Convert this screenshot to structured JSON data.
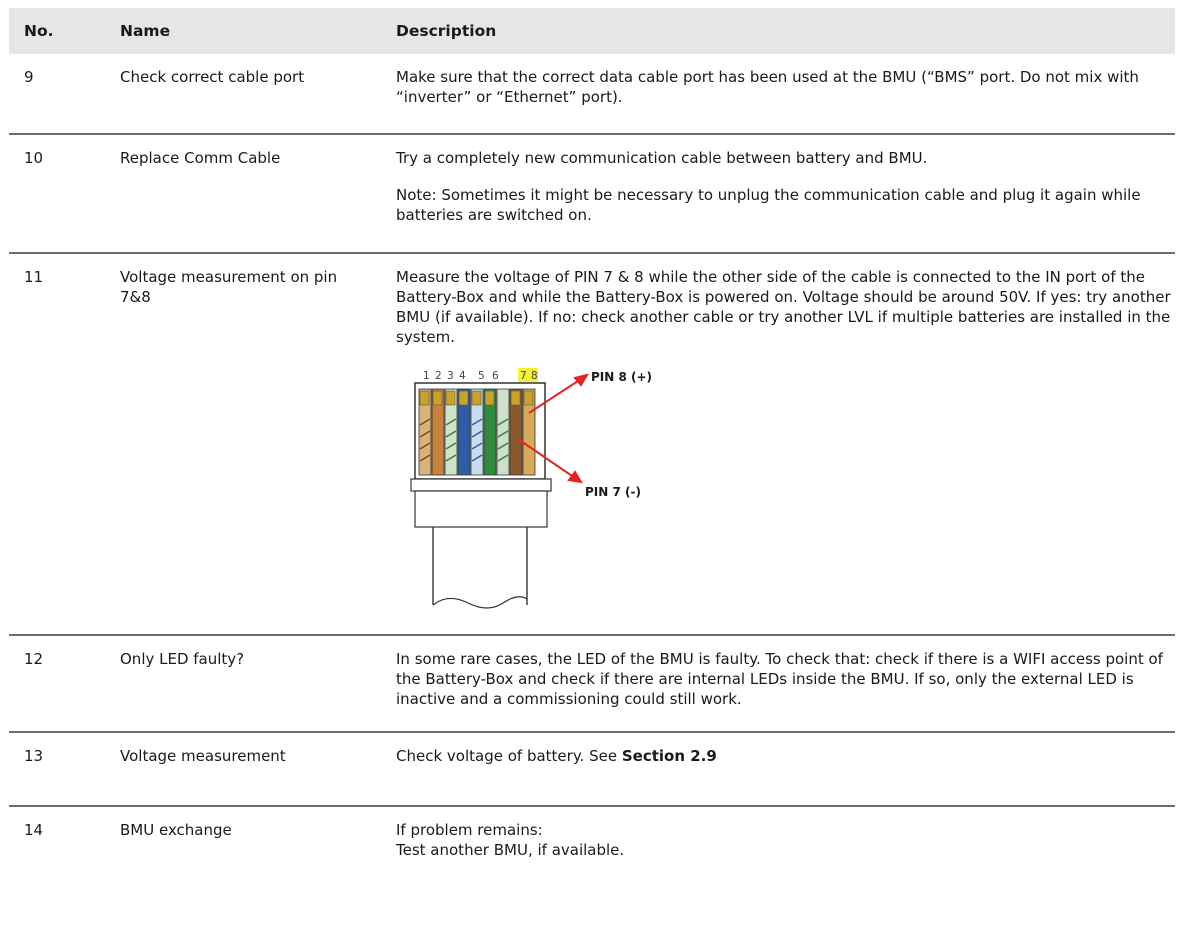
{
  "header": {
    "no": "No.",
    "name": "Name",
    "description": "Description"
  },
  "rows": [
    {
      "no": "9",
      "name": "Check correct cable port",
      "desc": [
        "Make sure that the correct data cable port has been used at the BMU (“BMS” port. Do not mix with “inverter” or “Ethernet” port)."
      ]
    },
    {
      "no": "10",
      "name": "Replace Comm Cable",
      "desc": [
        "Try a completely new communication cable between battery and BMU.",
        "Note: Sometimes it might be necessary to unplug the communication cable and plug it again while batteries are switched on."
      ]
    },
    {
      "no": "11",
      "name": "Voltage measurement on pin 7&8",
      "desc": [
        "Measure the voltage of PIN 7 & 8 while the other side of the cable is connected to the IN port of the Battery-Box and while the Battery-Box is powered on. Voltage should be around 50V. If yes: try another BMU (if available). If no: check another cable or try another LVL if multiple batteries are installed in the system."
      ],
      "figure": {
        "pin_numbers": [
          "1",
          "2",
          "3",
          "4",
          "5",
          "6",
          "7",
          "8"
        ],
        "label_pin8": "PIN 8 (+)",
        "label_pin7": "PIN 7 (-)",
        "highlight_color": "#f5f23a",
        "arrow_color": "#e52420"
      }
    },
    {
      "no": "12",
      "name": "Only LED faulty?",
      "desc": [
        "In some rare cases, the LED of the BMU is faulty. To check that: check if there is a WIFI access point of the Battery-Box and check if there are internal LEDs inside the BMU. If so, only the external LED is inactive and a commissioning could still work."
      ]
    },
    {
      "no": "13",
      "name": "Voltage measurement",
      "desc_prefix": "Check voltage of battery. See ",
      "desc_bold": "Section 2.9"
    },
    {
      "no": "14",
      "name": "BMU exchange",
      "desc": [
        "If problem remains:",
        "Test another BMU, if available."
      ]
    }
  ]
}
